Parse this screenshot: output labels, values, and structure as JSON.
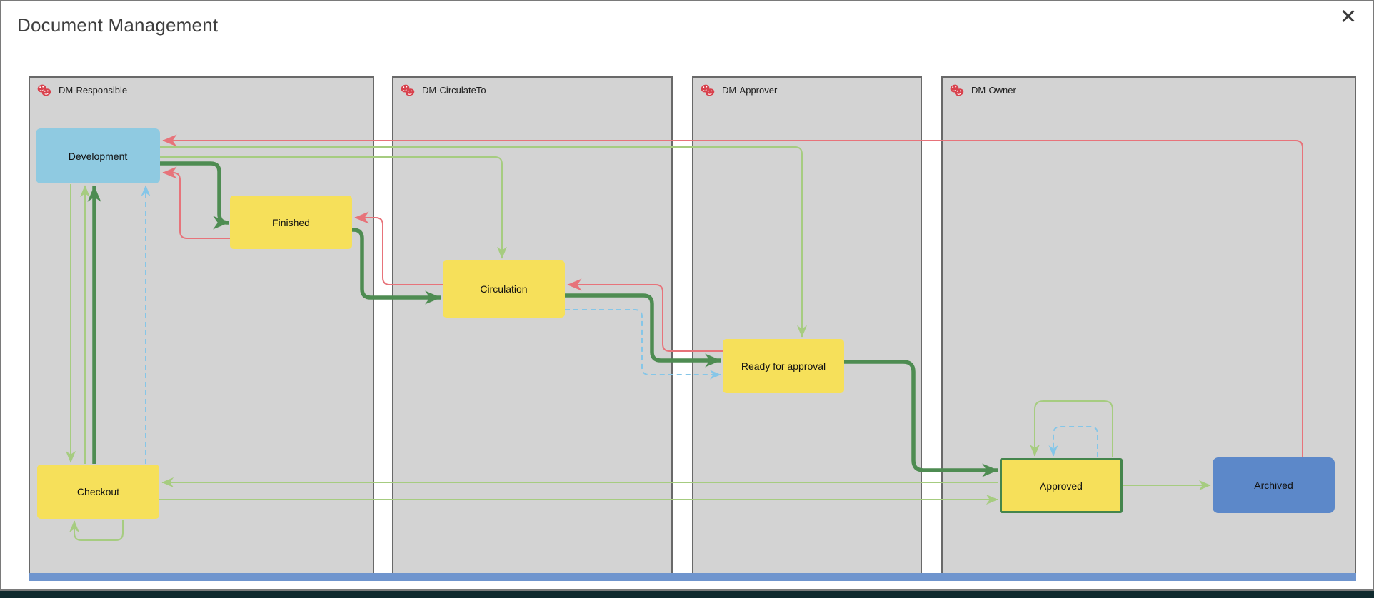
{
  "dialog": {
    "title": "Document Management",
    "close_label": "✕"
  },
  "lanes": [
    {
      "label": "DM-Responsible",
      "icon": "theater-masks-icon"
    },
    {
      "label": "DM-CirculateTo",
      "icon": "theater-masks-icon"
    },
    {
      "label": "DM-Approver",
      "icon": "theater-masks-icon"
    },
    {
      "label": "DM-Owner",
      "icon": "theater-masks-icon"
    }
  ],
  "nodes": [
    {
      "id": "development",
      "label": "Development",
      "lane": "DM-Responsible",
      "fill": "#8fcae1"
    },
    {
      "id": "finished",
      "label": "Finished",
      "lane": "DM-Responsible",
      "fill": "#f6e05a"
    },
    {
      "id": "circulation",
      "label": "Circulation",
      "lane": "DM-CirculateTo",
      "fill": "#f6e05a"
    },
    {
      "id": "ready-for-approval",
      "label": "Ready for approval",
      "lane": "DM-Approver",
      "fill": "#f6e05a"
    },
    {
      "id": "checkout",
      "label": "Checkout",
      "lane": "DM-Responsible",
      "fill": "#f6e05a"
    },
    {
      "id": "approved",
      "label": "Approved",
      "lane": "DM-Owner",
      "fill": "#f6e05a",
      "border": "#44854c"
    },
    {
      "id": "archived",
      "label": "Archived",
      "lane": "DM-Owner",
      "fill": "#5c88c9"
    }
  ],
  "edges": [
    {
      "from": "Development",
      "to": "Finished",
      "style": "thick-green"
    },
    {
      "from": "Finished",
      "to": "Circulation",
      "style": "thick-green"
    },
    {
      "from": "Circulation",
      "to": "Ready for approval",
      "style": "thick-green"
    },
    {
      "from": "Ready for approval",
      "to": "Approved",
      "style": "thick-green"
    },
    {
      "from": "Checkout",
      "to": "Development",
      "style": "thick-green"
    },
    {
      "from": "Development",
      "to": "Checkout",
      "style": "thin-green"
    },
    {
      "from": "Checkout",
      "to": "Development",
      "style": "thin-green"
    },
    {
      "from": "Checkout",
      "to": "Development",
      "style": "dashed-blue"
    },
    {
      "from": "Checkout",
      "to": "Checkout",
      "style": "thin-green-self-loop"
    },
    {
      "from": "Development",
      "to": "Circulation",
      "style": "thin-green"
    },
    {
      "from": "Development",
      "to": "Ready for approval",
      "style": "thin-green"
    },
    {
      "from": "Ready for approval",
      "to": "Circulation",
      "style": "red"
    },
    {
      "from": "Circulation",
      "to": "Finished",
      "style": "red"
    },
    {
      "from": "Finished",
      "to": "Development",
      "style": "red"
    },
    {
      "from": "Circulation",
      "to": "Ready for approval",
      "style": "dashed-blue"
    },
    {
      "from": "Archived",
      "to": "Development",
      "style": "red"
    },
    {
      "from": "Approved",
      "to": "Archived",
      "style": "thin-green"
    },
    {
      "from": "Approved",
      "to": "Checkout",
      "style": "thin-green"
    },
    {
      "from": "Checkout",
      "to": "Approved",
      "style": "thin-green"
    },
    {
      "from": "Approved",
      "to": "Approved",
      "style": "thin-green-self-loop"
    },
    {
      "from": "Approved",
      "to": "Approved",
      "style": "dashed-blue-self-loop"
    }
  ],
  "colors": {
    "thick_green": "#4e8c52",
    "thin_green": "#a6cc80",
    "red": "#e7737a",
    "dashed_blue": "#85c6e8",
    "lane_fill": "#d3d3d3",
    "lane_border": "#696969",
    "node_yellow": "#f6e05a",
    "node_blue": "#8fcae1",
    "node_darkblue": "#5c88c9",
    "mask_icon_red": "#d8414c",
    "scrollbar_blue": "#6f95ce"
  }
}
